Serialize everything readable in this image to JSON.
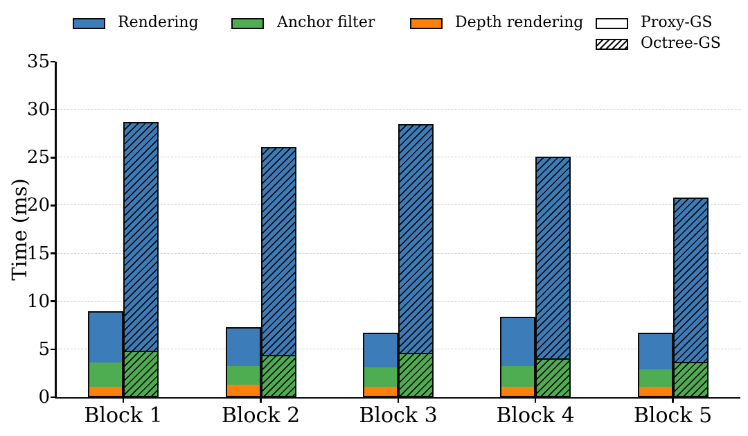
{
  "figure": {
    "background": "#ffffff",
    "edge_color": "#0a0a0a",
    "grid_color": "#c9c9c9"
  },
  "legend": {
    "items": [
      {
        "id": "rendering",
        "label": "Rendering",
        "fill": "#3c7cb9",
        "hatch": false
      },
      {
        "id": "anchor-filter",
        "label": "Anchor filter",
        "fill": "#4fad51",
        "hatch": false
      },
      {
        "id": "depth-rendering",
        "label": "Depth rendering",
        "fill": "#ff7f0e",
        "hatch": false
      },
      {
        "id": "proxy-gs",
        "label": "Proxy-GS",
        "fill": "#ffffff",
        "hatch": false
      },
      {
        "id": "octree-gs",
        "label": "Octree-GS",
        "fill": "#ffffff",
        "hatch": true
      }
    ]
  },
  "chart_data": {
    "type": "bar",
    "stacked": true,
    "title": "",
    "xlabel": "",
    "ylabel": "Time (ms)",
    "ylim": [
      0,
      35
    ],
    "yticks": [
      0,
      5,
      10,
      15,
      20,
      25,
      30,
      35
    ],
    "grid": "horizontal dashed",
    "legend_position": "top",
    "categories": [
      "Block 1",
      "Block 2",
      "Block 3",
      "Block 4",
      "Block 5"
    ],
    "segment_colors": {
      "Rendering": "#3c7cb9",
      "Anchor filter": "#4fad51",
      "Depth rendering": "#ff7f0e"
    },
    "series": [
      {
        "name": "Proxy-GS",
        "style": "solid",
        "totals": [
          9.0,
          7.3,
          6.7,
          8.4,
          6.7
        ],
        "segments": [
          {
            "name": "Depth rendering",
            "values": [
              1.0,
              1.2,
              1.0,
              1.0,
              1.0
            ]
          },
          {
            "name": "Anchor filter",
            "values": [
              2.6,
              2.0,
              2.1,
              2.2,
              1.9
            ]
          },
          {
            "name": "Rendering",
            "values": [
              5.4,
              4.1,
              3.6,
              5.2,
              3.8
            ]
          }
        ]
      },
      {
        "name": "Octree-GS",
        "style": "hatched",
        "totals": [
          28.7,
          26.1,
          28.5,
          25.1,
          20.8
        ],
        "segments": [
          {
            "name": "Anchor filter",
            "values": [
              4.6,
              4.2,
              4.4,
              3.8,
              3.5
            ]
          },
          {
            "name": "Rendering",
            "values": [
              24.1,
              21.9,
              24.1,
              21.3,
              17.3
            ]
          }
        ]
      }
    ]
  }
}
